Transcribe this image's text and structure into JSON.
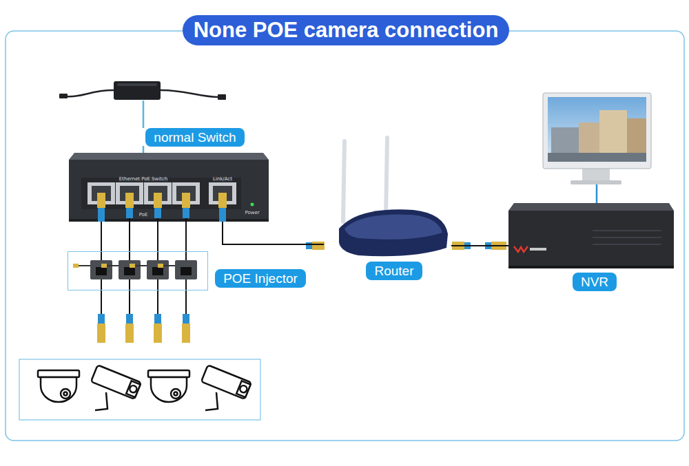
{
  "diagram": {
    "title": "None POE camera connection",
    "nodes": [
      {
        "text": [
          "normal Switch"
        ]
      },
      {
        "text": [
          "POE Injector"
        ]
      },
      {
        "text": [
          "Router"
        ]
      },
      {
        "text": [
          "NVR"
        ]
      }
    ],
    "edges": [
      {
        "from": 0,
        "to": 1,
        "arrow": "none"
      },
      {
        "from": 0,
        "to": 2,
        "arrow": "none"
      },
      {
        "from": 2,
        "to": 3,
        "arrow": "none"
      }
    ],
    "labels": [
      "Ethernet PoE Switch",
      "Link/Act",
      "PoE",
      "Power"
    ]
  }
}
